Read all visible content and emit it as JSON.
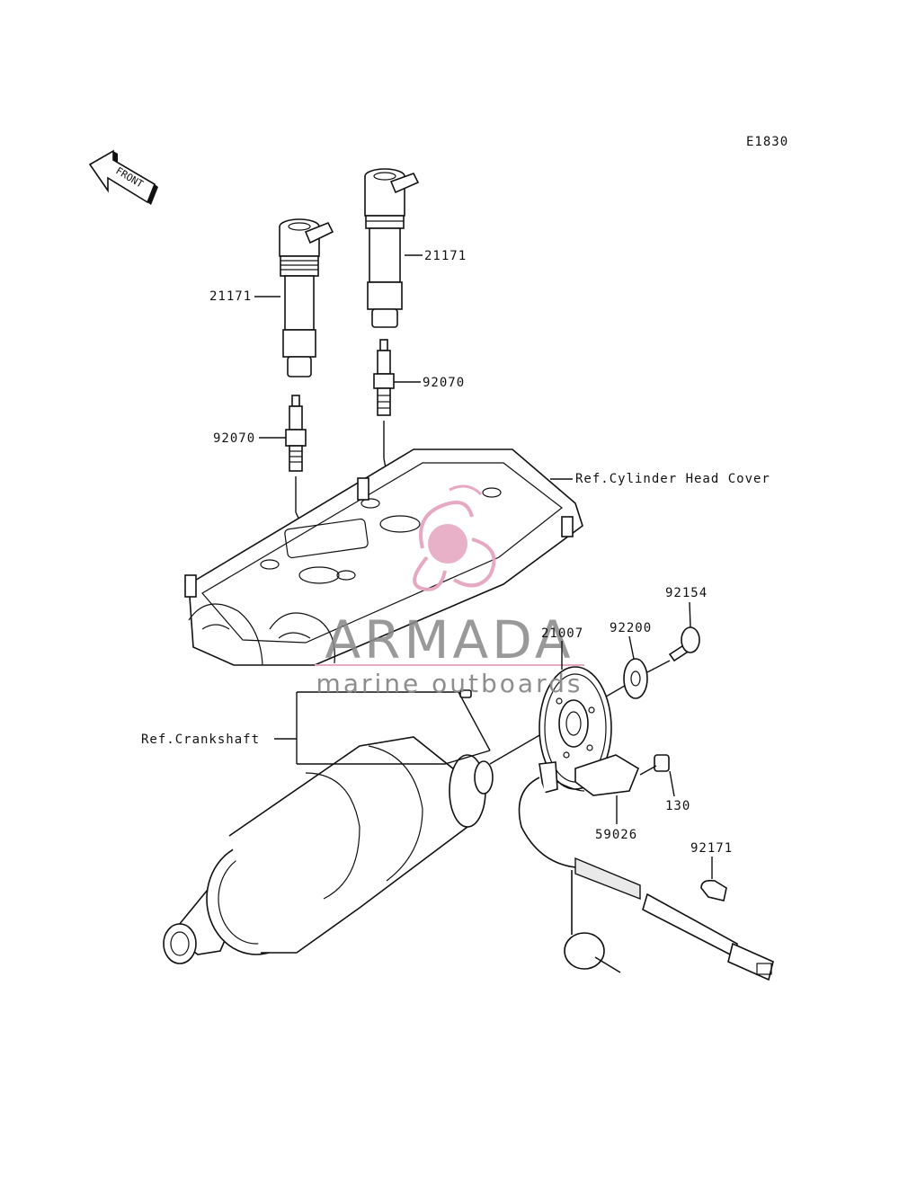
{
  "diagram_code": "E1830",
  "front_label": "FRONT",
  "labels": {
    "coil_left": "21171",
    "coil_right": "21171",
    "plug_left": "92070",
    "plug_right": "92070",
    "cylinder_head_cover": "Ref.Cylinder Head Cover",
    "crankshaft": "Ref.Crankshaft",
    "rotor": "21007",
    "washer": "92200",
    "bolt_rotor": "92154",
    "bolt_sensor": "130",
    "sensor": "59026",
    "clamp": "92171"
  },
  "watermark": {
    "brand": "ARMADA",
    "tagline": "marine outboards",
    "color": "#e6a4bf"
  }
}
